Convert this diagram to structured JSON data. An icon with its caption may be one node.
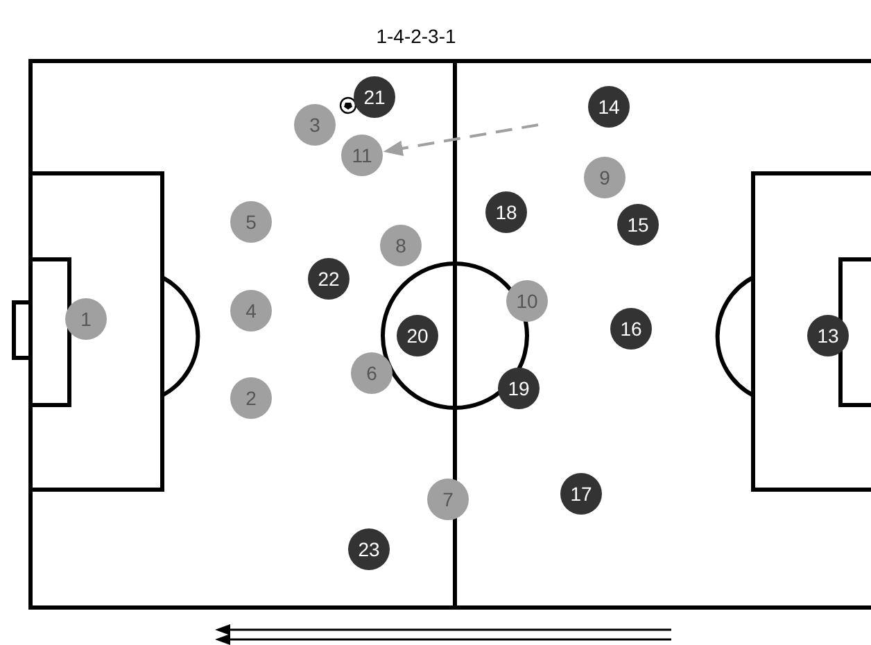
{
  "diagram": {
    "title": "1-4-2-3-1",
    "nodes": [
      {
        "text": [
          "1"
        ]
      },
      {
        "text": [
          "2"
        ]
      },
      {
        "text": [
          "3"
        ]
      },
      {
        "text": [
          "4"
        ]
      },
      {
        "text": [
          "5"
        ]
      },
      {
        "text": [
          "6"
        ]
      },
      {
        "text": [
          "7"
        ]
      },
      {
        "text": [
          "8"
        ]
      },
      {
        "text": [
          "9"
        ]
      },
      {
        "text": [
          "10"
        ]
      },
      {
        "text": [
          "11"
        ]
      },
      {
        "text": [
          "13"
        ]
      },
      {
        "text": [
          "14"
        ]
      },
      {
        "text": [
          "15"
        ]
      },
      {
        "text": [
          "16"
        ]
      },
      {
        "text": [
          "17"
        ]
      },
      {
        "text": [
          "18"
        ]
      },
      {
        "text": [
          "19"
        ]
      },
      {
        "text": [
          "20"
        ]
      },
      {
        "text": [
          "21"
        ]
      },
      {
        "text": [
          "22"
        ]
      },
      {
        "text": [
          "23"
        ]
      }
    ],
    "edges": [
      {
        "from": null,
        "to": 10,
        "arrow": "to",
        "style": "dashed",
        "color": "#a0a0a0"
      }
    ]
  }
}
